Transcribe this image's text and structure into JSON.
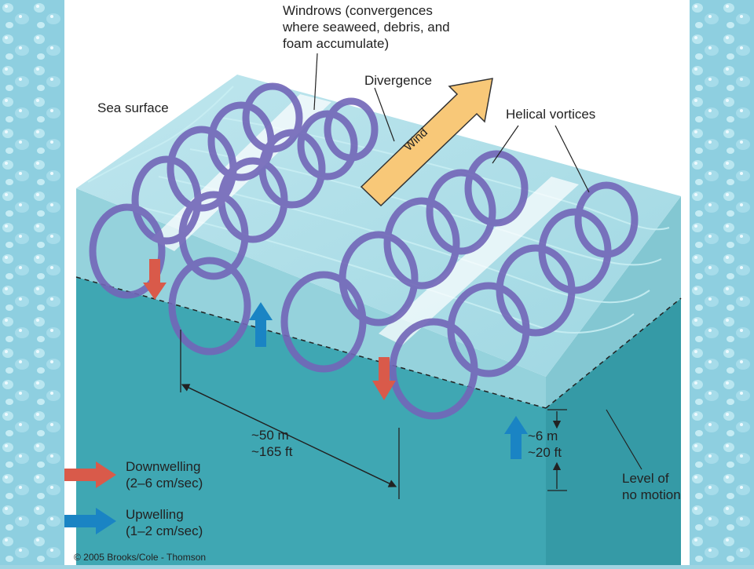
{
  "labels": {
    "windrows": "Windrows (convergences\nwhere seaweed, debris, and\nfoam accumulate)",
    "divergence": "Divergence",
    "sea_surface": "Sea surface",
    "helical_vortices": "Helical vortices",
    "wind": "Wind",
    "width": "~50 m\n~165 ft",
    "depth": "~6 m\n~20 ft",
    "level_no_motion": "Level of\nno motion"
  },
  "legend": {
    "downwelling": "Downwelling\n(2–6 cm/sec)",
    "upwelling": "Upwelling\n(1–2 cm/sec)"
  },
  "copyright": "© 2005 Brooks/Cole - Thomson",
  "colors": {
    "background_texture": "#8ecfe0",
    "water_top": "#a8dbe4",
    "water_front": "#8ccfd9",
    "deep_water": "#3fa7b3",
    "vortex": "#7266b8",
    "downwelling_arrow": "#d95a4a",
    "upwelling_arrow": "#1a84c4",
    "wind_arrow": "#f8c878"
  }
}
